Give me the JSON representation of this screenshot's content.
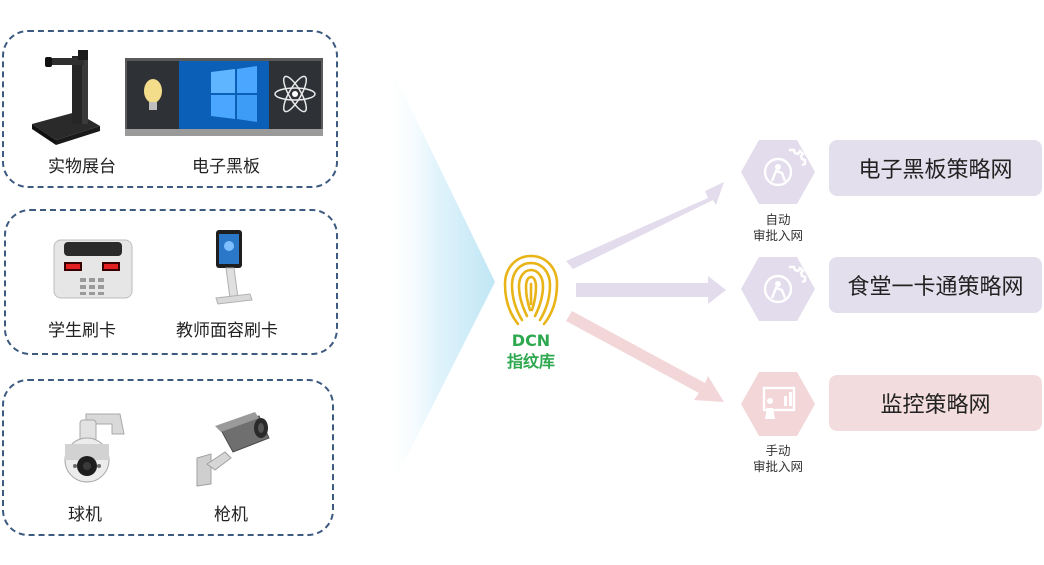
{
  "devices": {
    "visualizer": "实物展台",
    "blackboard": "电子黑板",
    "student_card": "学生刷卡",
    "teacher_face": "教师面容刷卡",
    "dome_camera": "球机",
    "bullet_camera": "枪机"
  },
  "center": {
    "brand": "DCN",
    "name": "指纹库"
  },
  "approval": {
    "auto_line1": "自动",
    "auto_line2": "审批入网",
    "manual_line1": "手动",
    "manual_line2": "审批入网"
  },
  "networks": {
    "blackboard_net": "电子黑板策略网",
    "canteen_net": "食堂一卡通策略网",
    "monitor_net": "监控策略网"
  },
  "colors": {
    "group_border": "#3d5a80",
    "purple_arrow": "#e2dcec",
    "pink_arrow": "#f2d6d8",
    "purple_box": "#e4dfec",
    "pink_box": "#f3dcdd",
    "dcn_green": "#2ea84f",
    "fingerprint_gold": "#e8b417"
  }
}
